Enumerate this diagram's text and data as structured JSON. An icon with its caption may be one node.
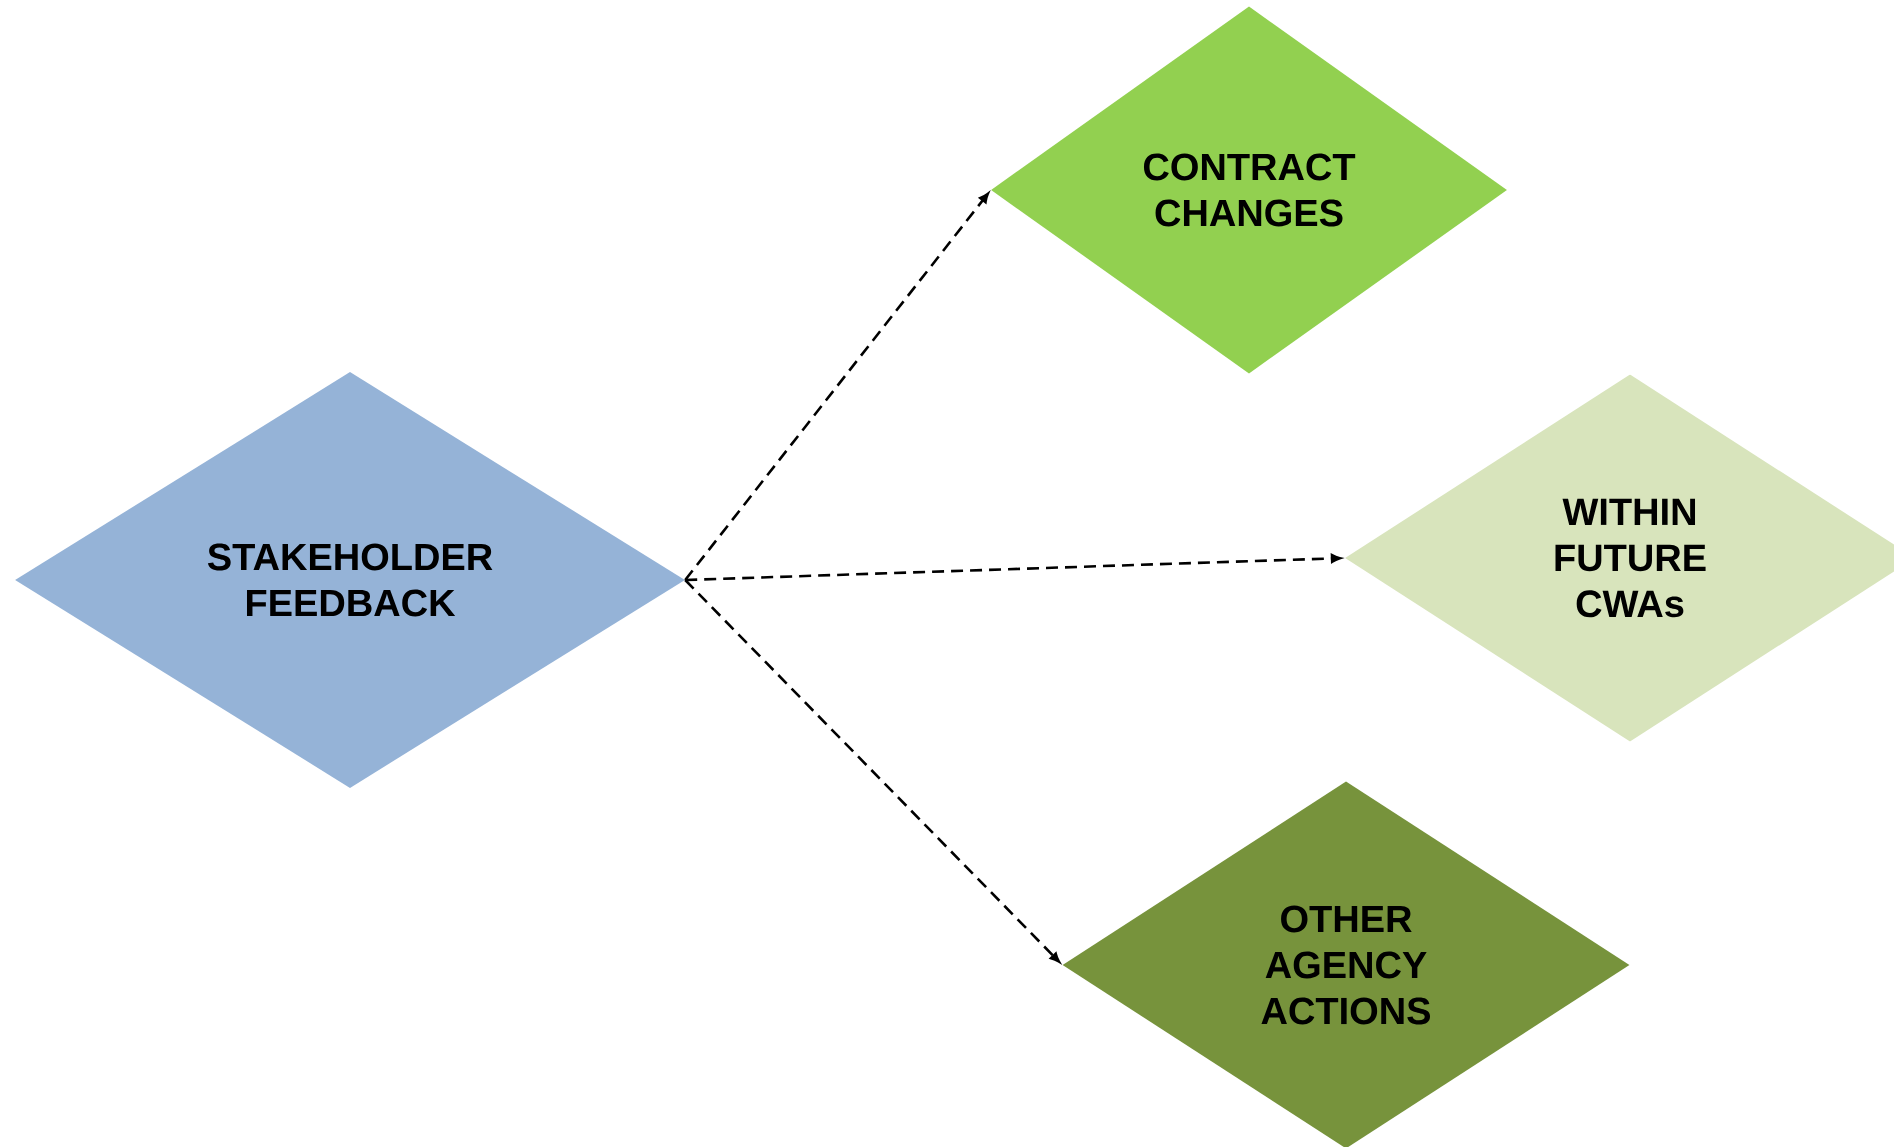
{
  "diagram": {
    "nodes": [
      {
        "text": [
          "STAKEHOLDER FEEDBACK"
        ]
      },
      {
        "text": [
          "CONTRACT CHANGES"
        ]
      },
      {
        "text": [
          "WITHIN FUTURE CWAs"
        ]
      },
      {
        "text": [
          "OTHER AGENCY ACTIONS"
        ]
      }
    ],
    "edges": [
      {
        "from": 0,
        "to": 1,
        "arrow": "to",
        "style": "dashed"
      },
      {
        "from": 0,
        "to": 2,
        "arrow": "to",
        "style": "dashed"
      },
      {
        "from": 0,
        "to": 3,
        "arrow": "to",
        "style": "dashed"
      }
    ]
  }
}
